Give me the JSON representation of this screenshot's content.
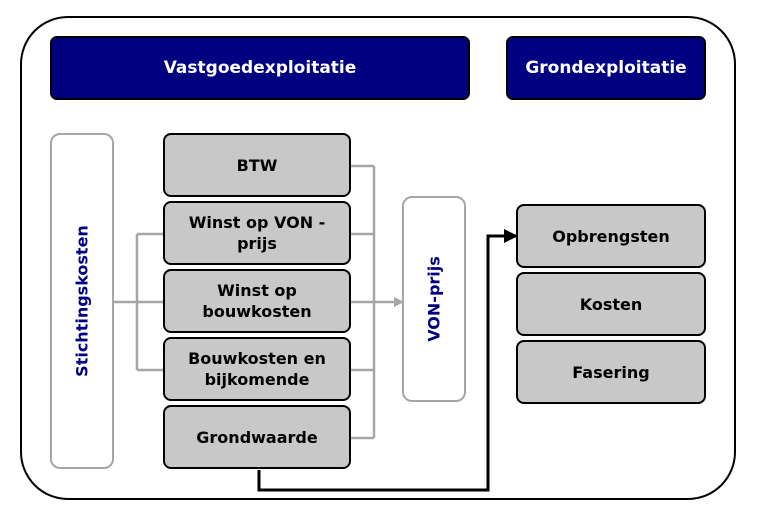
{
  "headers": {
    "left": "Vastgoedexploitatie",
    "right": "Grondexploitatie"
  },
  "stichtingskosten": "Stichtingskosten",
  "components": [
    "BTW",
    "Winst op VON -prijs",
    "Winst op bouwkosten",
    "Bouwkosten en bijkomende",
    "Grondwaarde"
  ],
  "von_prijs": "VON-prijs",
  "grond_items": [
    "Opbrengsten",
    "Kosten",
    "Fasering"
  ],
  "colors": {
    "header_fill": "#000080",
    "box_fill": "#c8c8c8",
    "vertical_text": "#000080",
    "connector_gray": "#a6a6a6"
  }
}
